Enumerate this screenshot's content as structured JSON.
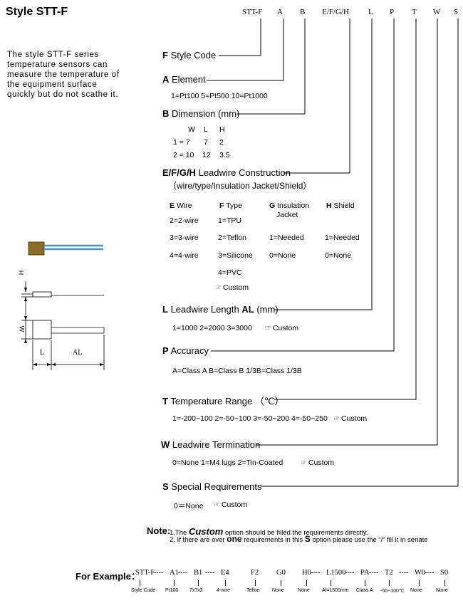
{
  "title": "Style STT-F",
  "description_lines": [
    "The style STT-F series",
    "temperature sensors can",
    "measure the temperature of",
    "the equipment surface",
    "quickly but do not scathe it."
  ],
  "code_header": [
    "STT-F",
    "A",
    "B",
    "E/F/G/H",
    "L",
    "P",
    "T",
    "W",
    "S"
  ],
  "style_code": {
    "letter": "F",
    "label": "Style Code"
  },
  "element": {
    "letter": "A",
    "label": "Element",
    "options": "1=Pt100  5=Pt500  10=Pt1000"
  },
  "dimension": {
    "letter": "B",
    "label": "Dimension (mm)",
    "headers": [
      "W",
      "L",
      "H"
    ],
    "rows": [
      [
        "1 = 7",
        "7",
        "2"
      ],
      [
        "2 = 10",
        "12",
        "3.5"
      ]
    ]
  },
  "leadwire_construction": {
    "letter": "E/F/G/H",
    "label": "Leadwire Construction",
    "sublabel": "（wire/type/Insulation Jacket/Shield）",
    "col_e": {
      "letter": "E",
      "label": "Wire",
      "items": [
        "2=2-wire",
        "3=3-wire",
        "4=4-wire"
      ]
    },
    "col_f": {
      "letter": "F",
      "label": "Type",
      "items": [
        "1=TPU",
        "2=Teflon",
        "3=Silicone",
        "4=PVC",
        "Custom"
      ]
    },
    "col_g": {
      "letter": "G",
      "label": "Insulation",
      "label2": "Jacket",
      "items": [
        "1=Needed",
        "0=None"
      ]
    },
    "col_h": {
      "letter": "H",
      "label": "Shield",
      "items": [
        "1=Needed",
        "0=None"
      ]
    }
  },
  "leadwire_length": {
    "letter": "L",
    "label": "Leadwire Length",
    "label_bold": "AL",
    "unit": "(mm)",
    "options": "1=1000  2=2000  3=3000",
    "custom": "Custom"
  },
  "accuracy": {
    "letter": "P",
    "label": "Accuracy",
    "options": "A=Class A    B=Class B     1/3B=Class 1/3B"
  },
  "temperature_range": {
    "letter": "T",
    "label": "Temperature Range  （℃）",
    "options": "1=-200~100   2=-50~100   3=-50~200    4=-50~250",
    "custom": "Custom"
  },
  "leadwire_termination": {
    "letter": "W",
    "label": "Leadwire Termination",
    "options": "0=None     1=M4 lugs    2=Tin-Coated",
    "custom": "Custom"
  },
  "special_requirements": {
    "letter": "S",
    "label": "Special Requirements",
    "options": "0＝None",
    "custom": "Custom"
  },
  "note": {
    "label": "Note:",
    "line1_a": "1.The ",
    "line1_bold": "Custom",
    "line1_b": " option should be filled the requirements directly.",
    "line2_a": "2. If there are over ",
    "line2_bold": "one",
    "line2_b": " requirements in this ",
    "line2_bold2": "S",
    "line2_c": " option please use the  “/”  fill it in seriate"
  },
  "example": {
    "label": "For Example：",
    "parts": [
      {
        "code": "STT-F",
        "desc": "Style Code"
      },
      {
        "code": "A1",
        "desc": "Pt100"
      },
      {
        "code": "B1",
        "desc": "7x7x2"
      },
      {
        "code": "E4",
        "desc": "4-wire"
      },
      {
        "code": "F2",
        "desc": "Teflon"
      },
      {
        "code": "G0",
        "desc": "None"
      },
      {
        "code": "H0",
        "desc": "None"
      },
      {
        "code": "L1500",
        "desc": "Al=1500mm"
      },
      {
        "code": "PA",
        "desc": "Class A"
      },
      {
        "code": "T2",
        "desc": "-50~100℃"
      },
      {
        "code": "W0",
        "desc": "None"
      },
      {
        "code": "S0",
        "desc": "None"
      }
    ]
  },
  "drawing_labels": {
    "h": "H",
    "w": "W",
    "l": "L",
    "al": "AL"
  },
  "colors": {
    "cable": "#4a8fc4",
    "sensor_body": "#8a6d2a"
  }
}
